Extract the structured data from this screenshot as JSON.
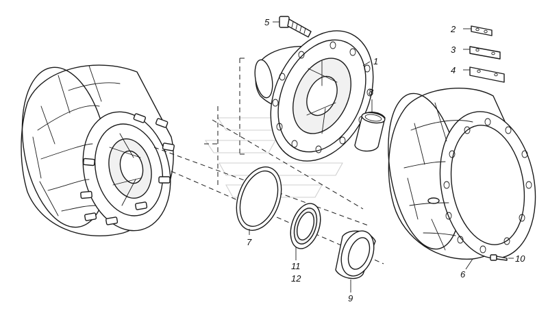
{
  "callouts": {
    "c1": "1",
    "c2": "2",
    "c3": "3",
    "c4": "4",
    "c5": "5",
    "c6": "6",
    "c7": "7",
    "c8": "8",
    "c9": "9",
    "c10": "10",
    "c11": "11",
    "c12": "12"
  },
  "colors": {
    "line": "#1a1a1a",
    "background": "#ffffff",
    "watermark": "#cfcfcf"
  }
}
